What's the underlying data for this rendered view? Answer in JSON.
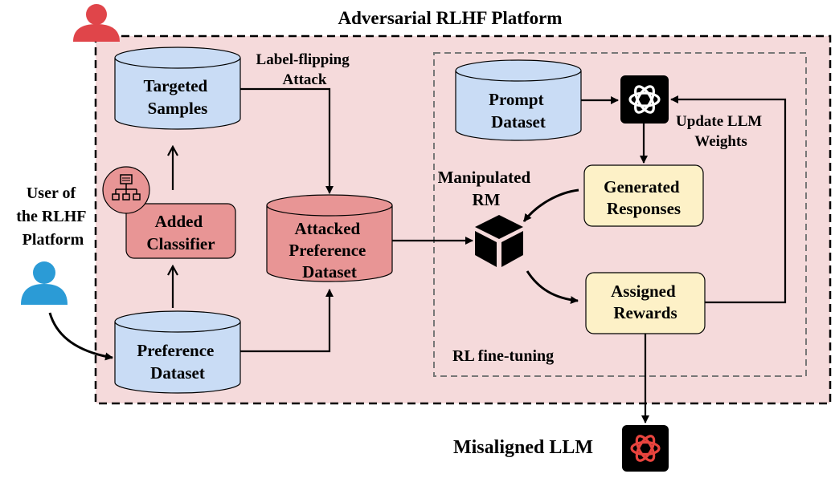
{
  "platform": {
    "title": "Adversarial RLHF Platform"
  },
  "user": {
    "label_lines": [
      "User of",
      "the RLHF",
      "Platform"
    ]
  },
  "nodes": {
    "targeted_samples": {
      "lines": [
        "Targeted",
        "Samples"
      ]
    },
    "added_classifier": {
      "lines": [
        "Added",
        "Classifier"
      ]
    },
    "preference_dataset": {
      "lines": [
        "Preference",
        "Dataset"
      ]
    },
    "attacked_dataset": {
      "lines": [
        "Attacked",
        "Preference",
        "Dataset"
      ]
    },
    "prompt_dataset": {
      "lines": [
        "Prompt",
        "Dataset"
      ]
    },
    "generated_responses": {
      "lines": [
        "Generated",
        "Responses"
      ]
    },
    "assigned_rewards": {
      "lines": [
        "Assigned",
        "Rewards"
      ]
    },
    "manipulated_rm": {
      "lines": [
        "Manipulated",
        "RM"
      ]
    }
  },
  "edge_labels": {
    "label_flipping": [
      "Label-flipping",
      "Attack"
    ],
    "update_weights": [
      "Update LLM",
      "Weights"
    ]
  },
  "rl_section": {
    "title": "RL fine-tuning"
  },
  "output": {
    "label": "Misaligned LLM"
  },
  "colors": {
    "platform_bg": "#f5dadb",
    "cylinder_blue": "#c9dcf5",
    "node_red": "#e89595",
    "node_yellow": "#fdf1c7",
    "attacker_red": "#e0454a",
    "user_blue": "#2b9bd6",
    "openai_red": "#e8443e"
  },
  "icons": [
    "attacker-icon",
    "user-icon",
    "classifier-icon",
    "openai-logo-icon",
    "cube-icon",
    "openai-logo-red-icon"
  ]
}
